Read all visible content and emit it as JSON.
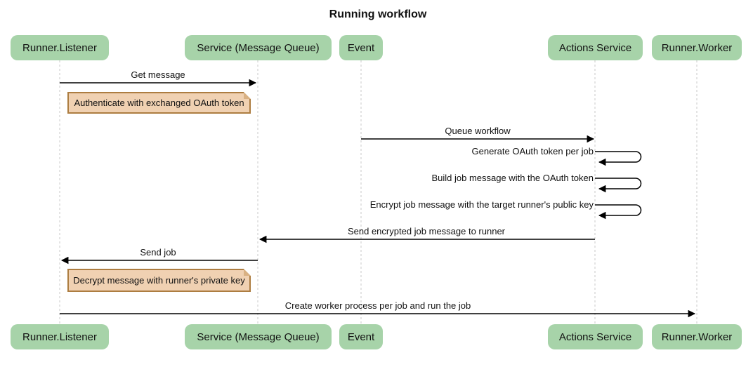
{
  "title": "Running workflow",
  "participants": [
    {
      "label": "Runner.Listener"
    },
    {
      "label": "Service (Message Queue)"
    },
    {
      "label": "Event"
    },
    {
      "label": "Actions Service"
    },
    {
      "label": "Runner.Worker"
    }
  ],
  "messages": [
    {
      "label": "Get message",
      "from": "Runner.Listener",
      "to": "Service (Message Queue)",
      "type": "arrow"
    },
    {
      "label": "Queue workflow",
      "from": "Event",
      "to": "Actions Service",
      "type": "arrow"
    },
    {
      "label": "Generate OAuth token per job",
      "from": "Actions Service",
      "to": "Actions Service",
      "type": "self"
    },
    {
      "label": "Build job message with the OAuth token",
      "from": "Actions Service",
      "to": "Actions Service",
      "type": "self"
    },
    {
      "label": "Encrypt job message with the target runner's public key",
      "from": "Actions Service",
      "to": "Actions Service",
      "type": "self"
    },
    {
      "label": "Send encrypted job message to runner",
      "from": "Actions Service",
      "to": "Service (Message Queue)",
      "type": "arrow"
    },
    {
      "label": "Send job",
      "from": "Service (Message Queue)",
      "to": "Runner.Listener",
      "type": "arrow"
    },
    {
      "label": "Create worker process per job and run the job",
      "from": "Runner.Listener",
      "to": "Runner.Worker",
      "type": "arrow"
    }
  ],
  "notes": [
    {
      "text": "Authenticate with exchanged OAuth token",
      "position": "right of Runner.Listener"
    },
    {
      "text": "Decrypt message with runner's private key",
      "position": "right of Runner.Listener"
    }
  ],
  "colors": {
    "participant_fill": "#a7d3a9",
    "note_fill": "#f0d1b2",
    "note_border": "#ad7d41",
    "lifeline": "#c9c9c9",
    "arrow": "#000000",
    "text": "#111111"
  }
}
